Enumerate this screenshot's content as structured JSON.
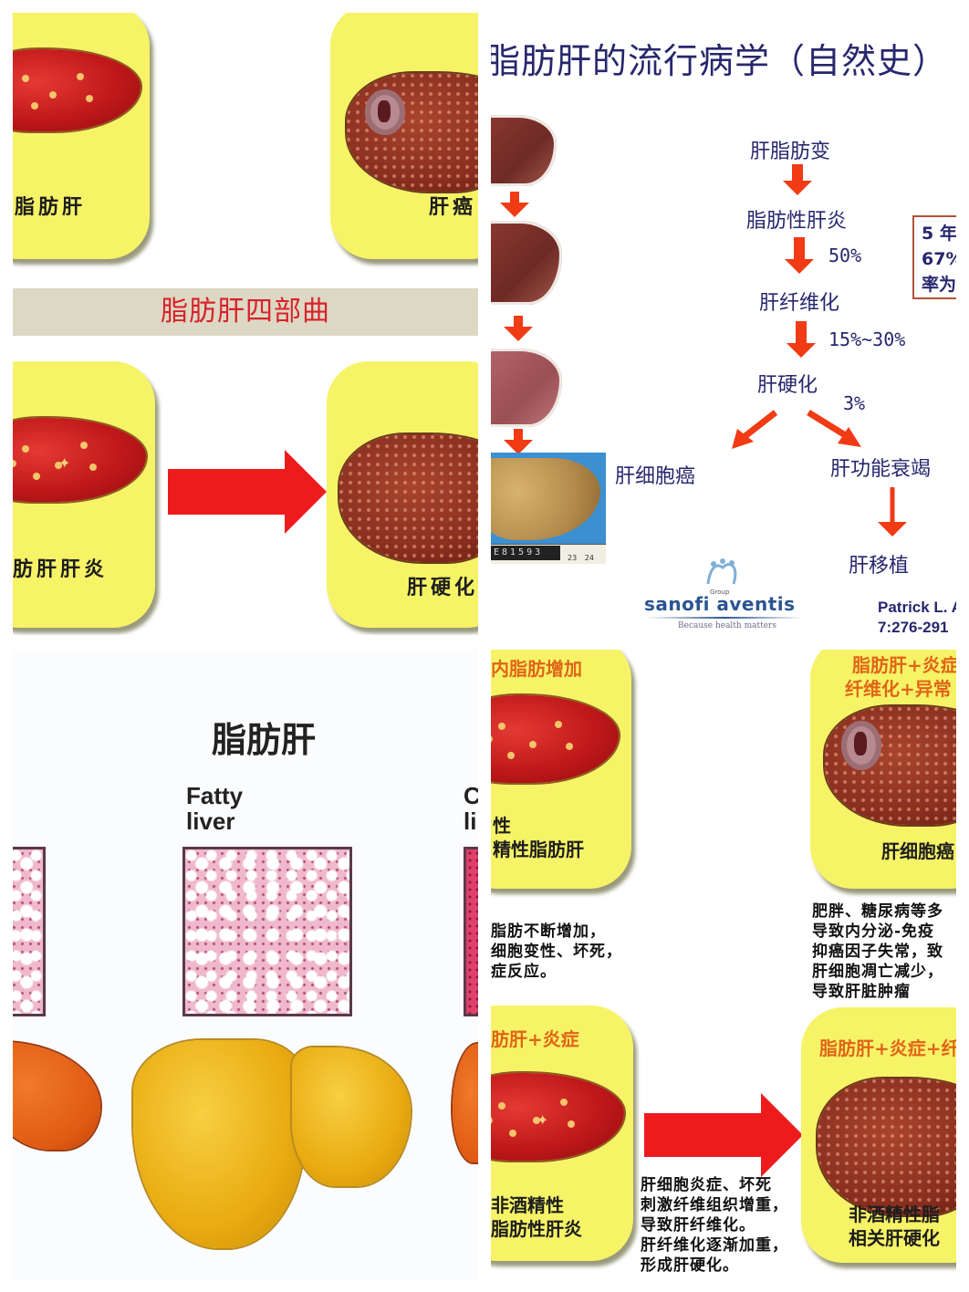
{
  "panel_top_left": {
    "banner_title": "脂肪肝四部曲",
    "cards": [
      {
        "label": "脂肪肝"
      },
      {
        "label": "肝癌"
      },
      {
        "label": "肪肝肝炎"
      },
      {
        "label": "肝硬化"
      }
    ],
    "colors": {
      "card": "#f6f367",
      "banner_bg": "#dcd8c4",
      "banner_text": "#d8222a",
      "arrow": "#ee1b1c"
    }
  },
  "panel_top_right": {
    "title": "脂肪肝的流行病学（自然史）",
    "flow": {
      "steps": [
        "肝脂肪变",
        "脂肪性肝炎",
        "肝纤维化",
        "肝硬化"
      ],
      "rates": [
        "50%",
        "15%~30%",
        "3%"
      ],
      "branches": [
        "肝细胞癌",
        "肝功能衰竭"
      ],
      "final": "肝移植"
    },
    "note_box_lines": [
      "5 年",
      "67%",
      "率为"
    ],
    "specimen_label": "E81593",
    "ruler_numbers": "23 24",
    "logo": {
      "group": "Group",
      "name": "sanofi aventis",
      "tagline": "Because health matters"
    },
    "citation": [
      "Patrick L. A",
      "7:276-291"
    ],
    "colors": {
      "text": "#27276e",
      "arrow": "#f03b14",
      "note_border": "#b0533a"
    }
  },
  "panel_bottom_left": {
    "title": "脂肪肝",
    "caption_main": [
      "Fatty",
      "liver"
    ],
    "caption_right": [
      "C",
      "li"
    ],
    "colors": {
      "histology": "#f0b8cc",
      "liver": "#e9ab10"
    }
  },
  "panel_bottom_right": {
    "cards": [
      {
        "heading": "内脂肪增加",
        "label": [
          "性",
          "精性脂肪肝"
        ]
      },
      {
        "heading": [
          "脂肪肝+炎症",
          "纤维化+异常"
        ],
        "label": "肝细胞癌"
      },
      {
        "heading": "肪肝+炎症",
        "label": [
          "非酒精性",
          "脂肪性肝炎"
        ]
      },
      {
        "heading": "脂肪肝+炎症+纤",
        "label": [
          "非酒精性脂",
          "相关肝硬化"
        ]
      }
    ],
    "descriptions": {
      "left": [
        "脂肪不断增加，",
        "细胞变性、坏死，",
        "症反应。"
      ],
      "right": [
        "肥胖、糖尿病等多",
        "导致内分泌-免疫",
        "抑癌因子失常，致",
        "肝细胞凋亡减少，",
        "导致肝脏肿瘤"
      ],
      "arrow": [
        "肝细胞炎症、坏死",
        "刺激纤维组织增重，",
        "导致肝纤维化。",
        "肝纤维化逐渐加重，",
        "形成肝硬化。"
      ]
    },
    "colors": {
      "heading": "#e06418",
      "card": "#f6f367"
    }
  }
}
